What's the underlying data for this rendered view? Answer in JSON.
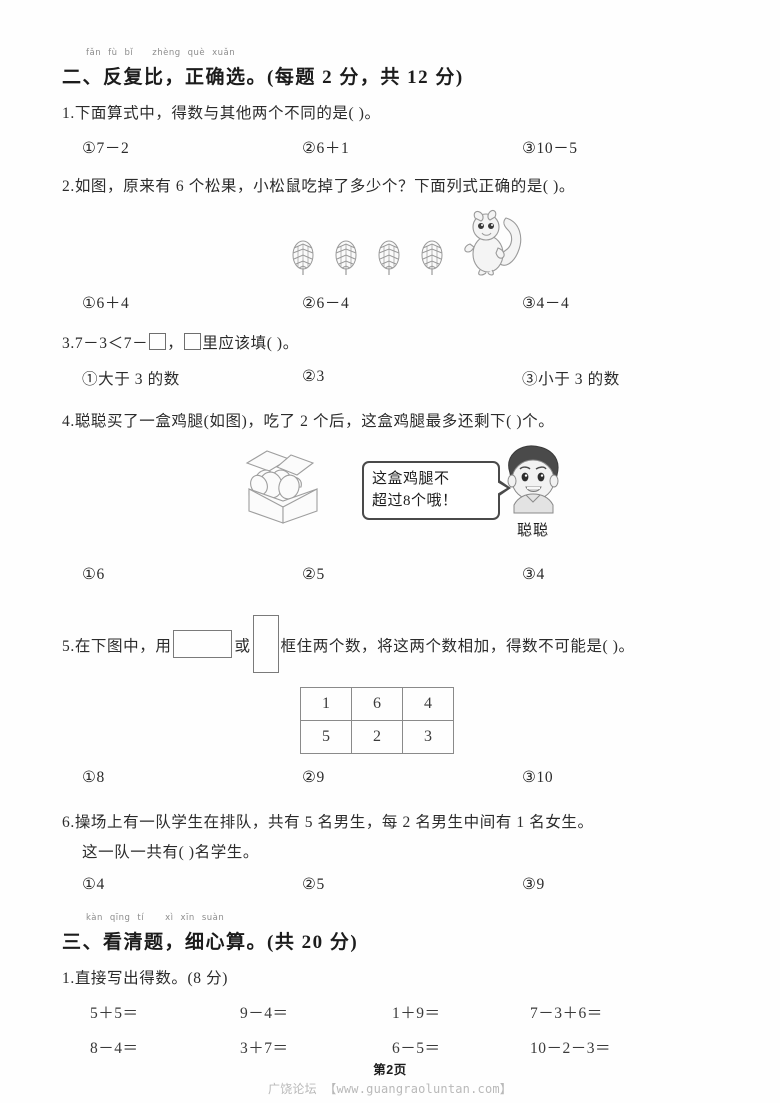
{
  "page": {
    "page_number_label": "第2页",
    "watermark_cn": "广饶论坛",
    "watermark_url": "【www.guangraoluntan.com】"
  },
  "section_two": {
    "pinyin": [
      "fǎn",
      "fù",
      "bǐ",
      "zhèng",
      "què",
      "xuǎn"
    ],
    "title": "二、反复比，正确选。(每题 2 分，共 12 分)",
    "questions": [
      {
        "number": "1.",
        "text": "下面算式中，得数与其他两个不同的是(          )。",
        "options": [
          "①7－2",
          "②6＋1",
          "③10－5"
        ]
      },
      {
        "number": "2.",
        "text": "如图，原来有 6 个松果，小松鼠吃掉了多少个？下面列式正确的是(          )。",
        "figure": "pinecones-and-squirrel",
        "pinecone_count": 4,
        "options": [
          "①6＋4",
          "②6－4",
          "③4－4"
        ]
      },
      {
        "number": "3.",
        "text_before": "7－3＜7－",
        "text_middle": "，",
        "text_after": "里应该填(          )。",
        "options": [
          "①大于 3 的数",
          "②3",
          "③小于 3 的数"
        ]
      },
      {
        "number": "4.",
        "text": "聪聪买了一盒鸡腿(如图)，吃了 2 个后，这盒鸡腿最多还剩下(          )个。",
        "figure": "chicken-box-and-boy",
        "speech_bubble_line1": "这盒鸡腿不",
        "speech_bubble_line2": "超过8个哦！",
        "character_name": "聪聪",
        "options": [
          "①6",
          "②5",
          "③4"
        ]
      },
      {
        "number": "5.",
        "text_before": "在下图中，用",
        "text_middle": "或",
        "text_after": "框住两个数，将这两个数相加，得数不可能是(          )。",
        "grid": [
          [
            "1",
            "6",
            "4"
          ],
          [
            "5",
            "2",
            "3"
          ]
        ],
        "options": [
          "①8",
          "②9",
          "③10"
        ]
      },
      {
        "number": "6.",
        "text": "操场上有一队学生在排队，共有 5 名男生，每 2 名男生中间有 1 名女生。",
        "text_line2": "这一队一共有(        )名学生。",
        "options": [
          "①4",
          "②5",
          "③9"
        ]
      }
    ]
  },
  "section_three": {
    "pinyin": [
      "kàn",
      "qīng",
      "tí",
      "xì",
      "xīn",
      "suàn"
    ],
    "title": "三、看清题，细心算。(共 20 分)",
    "sub_question": "1.直接写出得数。(8 分)",
    "calc_rows": [
      [
        "5＋5＝",
        "9－4＝",
        "1＋9＝",
        "7－3＋6＝"
      ],
      [
        "8－4＝",
        "3＋7＝",
        "6－5＝",
        "10－2－3＝"
      ]
    ]
  }
}
